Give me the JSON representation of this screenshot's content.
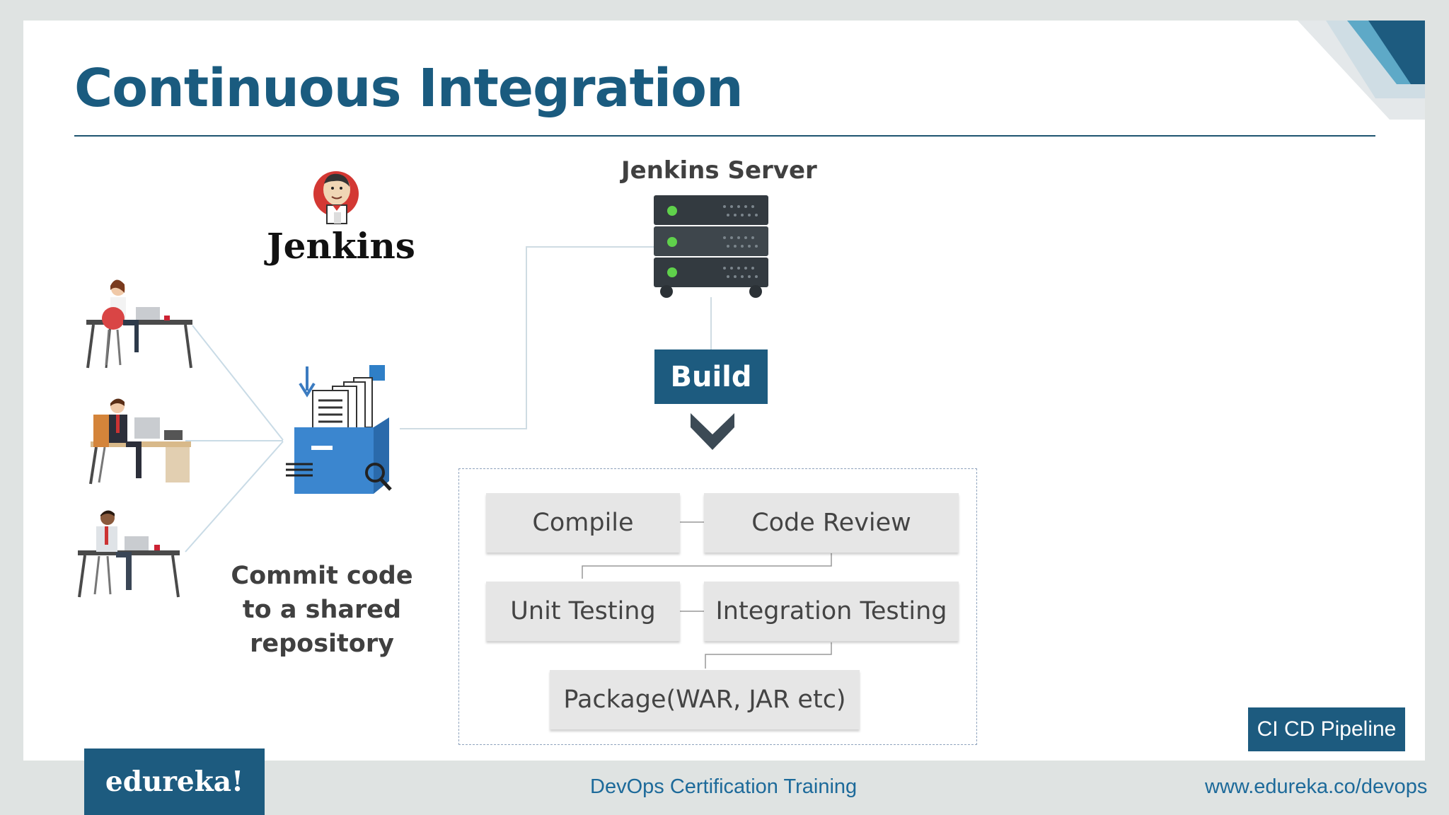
{
  "slide": {
    "title": "Continuous Integration"
  },
  "jenkins": {
    "logo_text": "Jenkins",
    "server_label": "Jenkins Server"
  },
  "repository": {
    "caption_lines": [
      "Commit code",
      "to a shared",
      "repository"
    ]
  },
  "pipeline": {
    "build_label": "Build",
    "stages": {
      "compile": "Compile",
      "code_review": "Code Review",
      "unit_testing": "Unit Testing",
      "integration_testing": "Integration Testing",
      "package": "Package(WAR, JAR etc)"
    }
  },
  "footer": {
    "brand": "edureka!",
    "course": "DevOps Certification Training",
    "url": "www.edureka.co/devops",
    "badge": "CI CD Pipeline"
  },
  "colors": {
    "primary": "#1d5b7f",
    "link": "#1d6a9a",
    "stage_bg": "#e6e6e6",
    "background": "#dfe3e2"
  },
  "icons": [
    "jenkins-logo-icon",
    "server-icon",
    "chevron-down-icon",
    "repository-icon",
    "developer-icon"
  ]
}
